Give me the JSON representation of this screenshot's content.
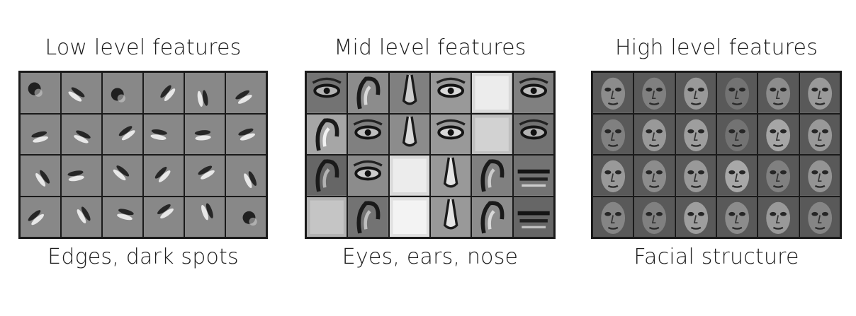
{
  "panels": [
    {
      "title": "Low level features",
      "caption": "Edges, dark spots",
      "kind": "edges",
      "background": "#888888",
      "cells": [
        {
          "icon": "dark-spot-icon",
          "angle": 0
        },
        {
          "icon": "edge-icon",
          "angle": 35
        },
        {
          "icon": "dark-spot-icon",
          "angle": 0
        },
        {
          "icon": "edge-icon",
          "angle": -50
        },
        {
          "icon": "edge-icon",
          "angle": 80
        },
        {
          "icon": "edge-icon",
          "angle": -30
        },
        {
          "icon": "edge-icon",
          "angle": -15
        },
        {
          "icon": "edge-icon",
          "angle": 25
        },
        {
          "icon": "edge-icon",
          "angle": -35
        },
        {
          "icon": "edge-icon",
          "angle": 10
        },
        {
          "icon": "edge-icon",
          "angle": -5
        },
        {
          "icon": "edge-icon",
          "angle": -20
        },
        {
          "icon": "edge-icon",
          "angle": 55
        },
        {
          "icon": "edge-icon",
          "angle": -10
        },
        {
          "icon": "edge-icon",
          "angle": 40
        },
        {
          "icon": "edge-icon",
          "angle": -45
        },
        {
          "icon": "edge-icon",
          "angle": -30
        },
        {
          "icon": "edge-icon",
          "angle": 65
        },
        {
          "icon": "edge-icon",
          "angle": -40
        },
        {
          "icon": "edge-icon",
          "angle": 60
        },
        {
          "icon": "edge-icon",
          "angle": 15
        },
        {
          "icon": "edge-icon",
          "angle": -35
        },
        {
          "icon": "edge-icon",
          "angle": 70
        },
        {
          "icon": "dark-spot-icon",
          "angle": 0
        }
      ]
    },
    {
      "title": "Mid level features",
      "caption": "Eyes, ears, nose",
      "kind": "parts",
      "background": "#8c8c8c",
      "cells": [
        {
          "icon": "eye-icon",
          "tone": 0.45
        },
        {
          "icon": "ear-icon",
          "tone": 0.55
        },
        {
          "icon": "nose-icon",
          "tone": 0.5
        },
        {
          "icon": "eye-icon",
          "tone": 0.6
        },
        {
          "icon": "blank-patch-icon",
          "tone": 0.85
        },
        {
          "icon": "eye-icon",
          "tone": 0.5
        },
        {
          "icon": "ear-icon",
          "tone": 0.65
        },
        {
          "icon": "eye-icon",
          "tone": 0.5
        },
        {
          "icon": "nose-icon",
          "tone": 0.55
        },
        {
          "icon": "eye-icon",
          "tone": 0.6
        },
        {
          "icon": "blank-patch-icon",
          "tone": 0.75
        },
        {
          "icon": "eye-icon",
          "tone": 0.45
        },
        {
          "icon": "ear-icon",
          "tone": 0.4
        },
        {
          "icon": "eye-icon",
          "tone": 0.55
        },
        {
          "icon": "blank-patch-icon",
          "tone": 0.85
        },
        {
          "icon": "nose-icon",
          "tone": 0.6
        },
        {
          "icon": "ear-icon",
          "tone": 0.5
        },
        {
          "icon": "mouth-icon",
          "tone": 0.45
        },
        {
          "icon": "blank-patch-icon",
          "tone": 0.7
        },
        {
          "icon": "ear-icon",
          "tone": 0.45
        },
        {
          "icon": "blank-patch-icon",
          "tone": 0.88
        },
        {
          "icon": "nose-icon",
          "tone": 0.6
        },
        {
          "icon": "ear-icon",
          "tone": 0.55
        },
        {
          "icon": "mouth-icon",
          "tone": 0.4
        }
      ]
    },
    {
      "title": "High level features",
      "caption": "Facial structure",
      "kind": "faces",
      "background": "#6f6f6f",
      "cells": [
        {
          "icon": "face-icon",
          "tone": 0.55
        },
        {
          "icon": "face-icon",
          "tone": 0.5
        },
        {
          "icon": "face-icon",
          "tone": 0.6
        },
        {
          "icon": "face-icon",
          "tone": 0.45
        },
        {
          "icon": "face-icon",
          "tone": 0.55
        },
        {
          "icon": "face-icon",
          "tone": 0.6
        },
        {
          "icon": "face-icon",
          "tone": 0.5
        },
        {
          "icon": "face-icon",
          "tone": 0.6
        },
        {
          "icon": "face-icon",
          "tone": 0.62
        },
        {
          "icon": "face-icon",
          "tone": 0.45
        },
        {
          "icon": "face-icon",
          "tone": 0.65
        },
        {
          "icon": "face-icon",
          "tone": 0.6
        },
        {
          "icon": "face-icon",
          "tone": 0.6
        },
        {
          "icon": "face-icon",
          "tone": 0.55
        },
        {
          "icon": "face-icon",
          "tone": 0.6
        },
        {
          "icon": "face-icon",
          "tone": 0.66
        },
        {
          "icon": "face-icon",
          "tone": 0.5
        },
        {
          "icon": "face-icon",
          "tone": 0.58
        },
        {
          "icon": "face-icon",
          "tone": 0.52
        },
        {
          "icon": "face-icon",
          "tone": 0.5
        },
        {
          "icon": "face-icon",
          "tone": 0.62
        },
        {
          "icon": "face-icon",
          "tone": 0.55
        },
        {
          "icon": "face-icon",
          "tone": 0.6
        },
        {
          "icon": "face-icon",
          "tone": 0.52
        }
      ]
    }
  ]
}
